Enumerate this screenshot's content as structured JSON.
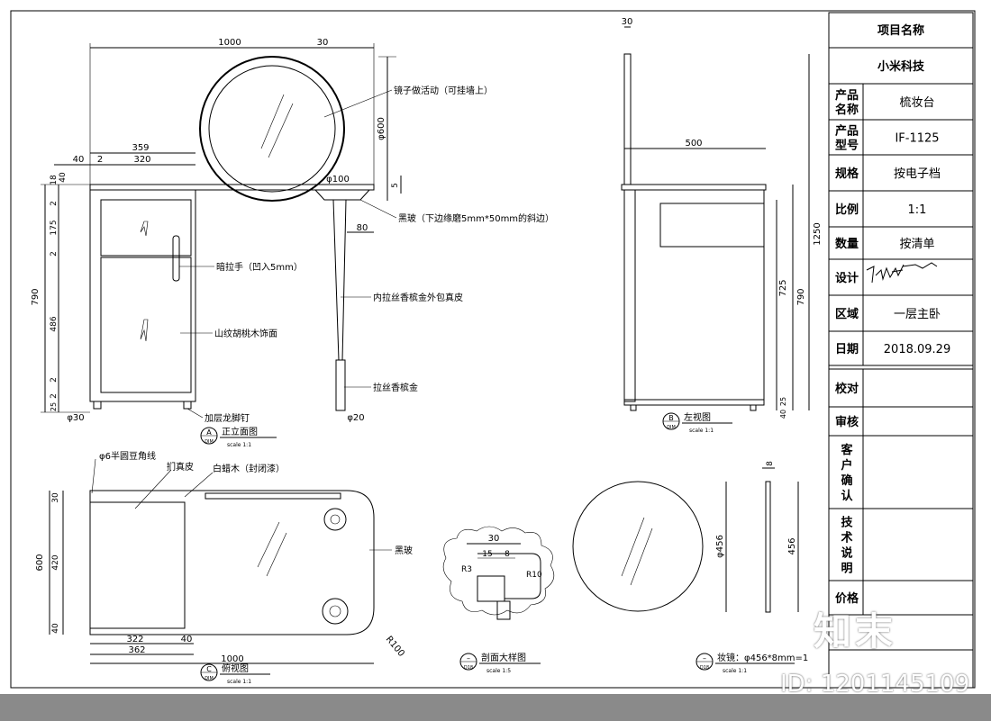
{
  "title_block": {
    "project_name_label": "项目名称",
    "project_name_value": "小米科技",
    "rows": [
      {
        "label": "产品名称",
        "value": "梳妆台"
      },
      {
        "label": "产品型号",
        "value": "IF-1125"
      },
      {
        "label": "规格",
        "value": "按电子档"
      },
      {
        "label": "比例",
        "value": "1:1"
      },
      {
        "label": "数量",
        "value": "按清单"
      },
      {
        "label": "设计",
        "value": ""
      },
      {
        "label": "区域",
        "value": "一层主卧"
      },
      {
        "label": "日期",
        "value": "2018.09.29"
      }
    ],
    "checks": [
      {
        "label": "校对"
      },
      {
        "label": "审核"
      },
      {
        "label": "客户确认"
      },
      {
        "label": "技术说明"
      },
      {
        "label": "价格"
      }
    ]
  },
  "front_view": {
    "dims": {
      "d1000": "1000",
      "d30": "30",
      "d359": "359",
      "d40": "40",
      "d2a": "2",
      "d320": "320",
      "d18": "18",
      "d40b": "40",
      "d2b": "2",
      "d175": "175",
      "d2c": "2",
      "d790": "790",
      "d486": "486",
      "d2d": "2",
      "d2e": "2",
      "d25": "25",
      "d30b": "30",
      "phi600": "φ600",
      "phi100": "φ100",
      "d5": "5",
      "d80": "80",
      "phi30": "φ30",
      "phi20": "φ20"
    },
    "notes": {
      "mirror": "镜子做活动（可挂墙上）",
      "marble": "黑玻（下边缘磨5mm*50mm的斜边）",
      "handle": "暗拉手（凹入5mm）",
      "leg_inner": "内拉丝香槟金外包真皮",
      "panel": "山纹胡桃木饰面",
      "leg": "拉丝香槟金",
      "foot": "加层龙脚钉"
    },
    "label": {
      "letter": "A",
      "sub": "DIM",
      "name": "正立面图",
      "scale": "scale 1:1"
    }
  },
  "side_view": {
    "dims": {
      "d30": "30",
      "d500": "500",
      "d1250": "1250",
      "d725": "725",
      "d790": "790",
      "d25": "25",
      "d40": "40"
    },
    "label": {
      "letter": "B",
      "sub": "DIM",
      "name": "左视图",
      "scale": "scale 1:1"
    }
  },
  "top_view": {
    "dims": {
      "d600": "600",
      "d30": "30",
      "d420": "420",
      "d40a": "40",
      "d322": "322",
      "d40b": "40",
      "d362": "362",
      "d1000": "1000",
      "r100": "R100"
    },
    "notes": {
      "edge": "φ6半圆豆角线",
      "leather": "扪真皮",
      "wood": "白蜡木（封闭漆）",
      "glass": "黑玻"
    },
    "label": {
      "letter": "C",
      "sub": "DIM",
      "name": "俯视图",
      "scale": "scale 1:1"
    }
  },
  "detail": {
    "dims": {
      "d30": "30",
      "d15": "15",
      "d8": "8",
      "r3": "R3",
      "r10": "R10"
    },
    "label": {
      "letter": "–",
      "sub": "D18",
      "name": "剖面大样图",
      "scale": "scale 1:5"
    }
  },
  "mirror_view": {
    "dims": {
      "d8": "8",
      "phi456": "φ456",
      "d456": "456"
    },
    "label": {
      "letter": "–",
      "sub": "D18",
      "name": "妆镜：φ456*8mm=1",
      "scale": "scale 1:1"
    }
  },
  "watermark": {
    "logo": "知末",
    "id": "ID: 1201145109"
  }
}
